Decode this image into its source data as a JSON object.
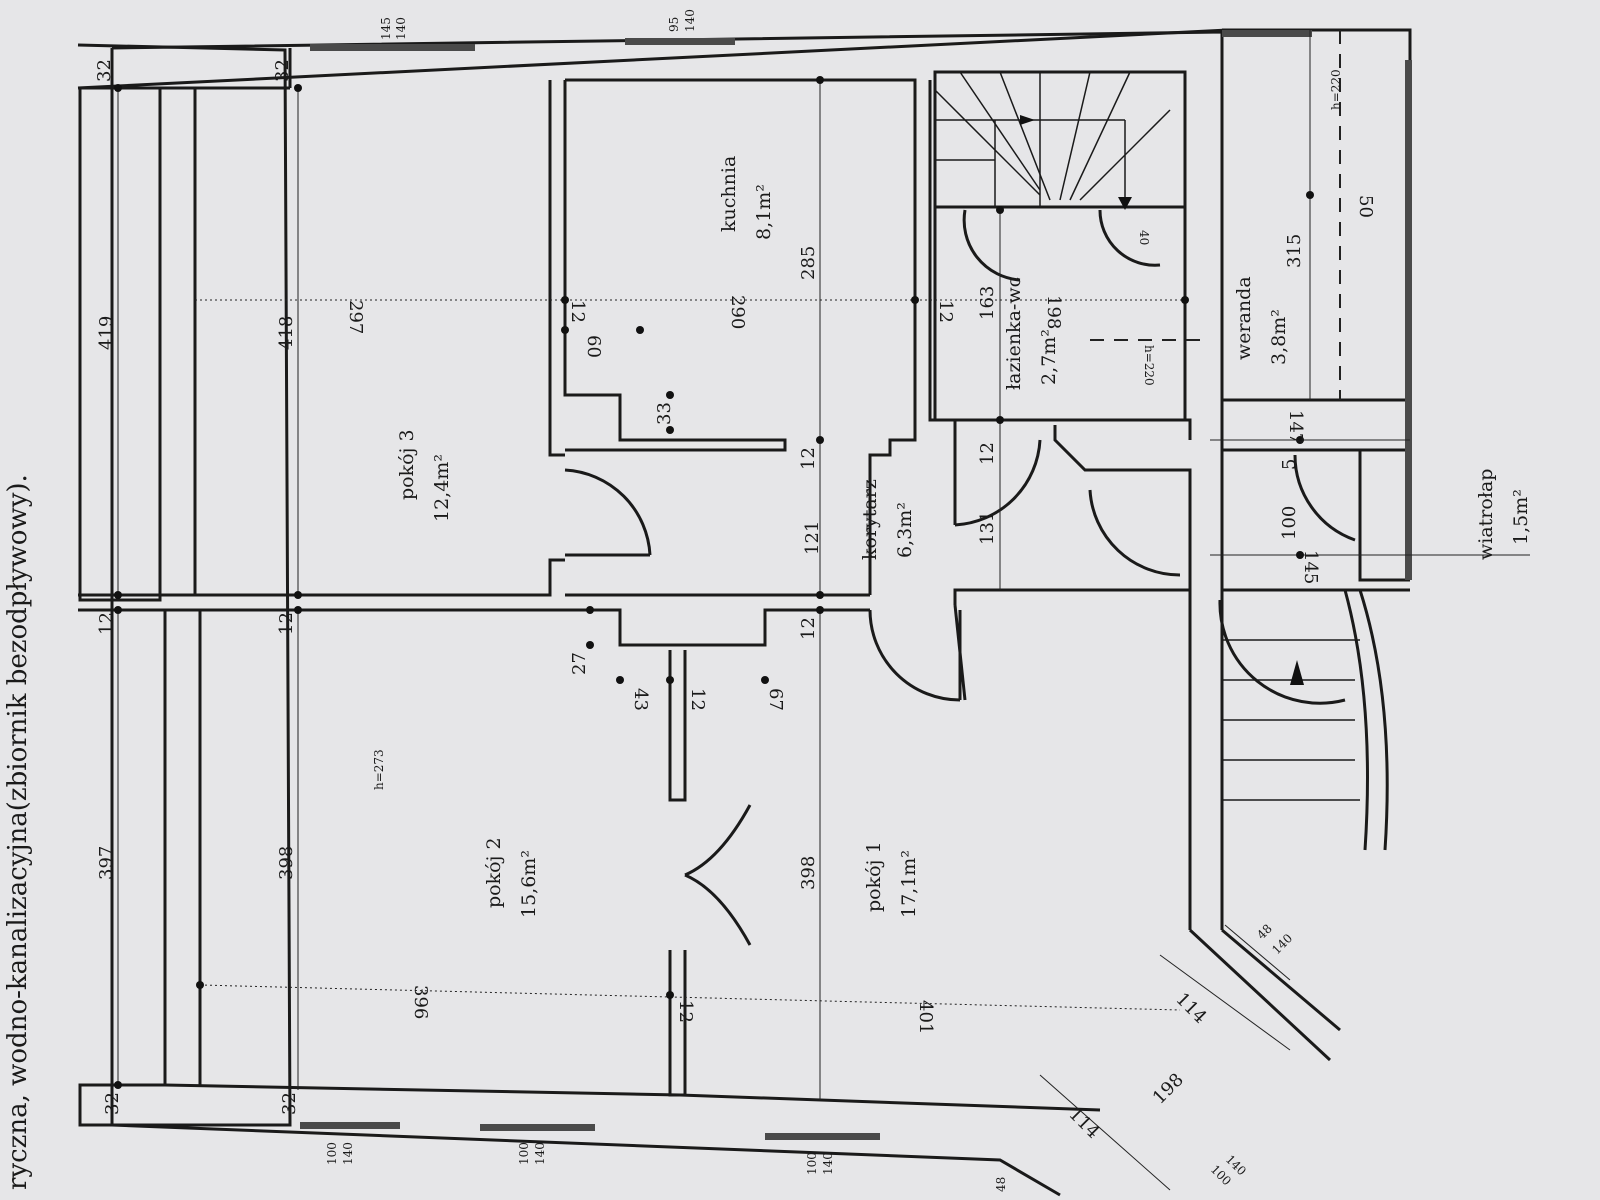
{
  "header_text": "ryczna, wodno-kanalizacyjna(zbiornik bezodpływowy).",
  "rooms": [
    {
      "name": "pokój 3",
      "area": "12,4m²"
    },
    {
      "name": "kuchnia",
      "area": "8,1m²"
    },
    {
      "name": "łazienka-wc",
      "area": "2,7m²"
    },
    {
      "name": "weranda",
      "area": "3,8m²"
    },
    {
      "name": "korytarz",
      "area": "6,3m²"
    },
    {
      "name": "wiatrołap",
      "area": "1,5m²"
    },
    {
      "name": "pokój 2",
      "area": "15,6m²"
    },
    {
      "name": "pokój 1",
      "area": "17,1m²"
    }
  ],
  "heights": {
    "main": "h=273",
    "bath": "h=220",
    "veranda": "h=220"
  },
  "dimensions": {
    "d32a": "32",
    "d32b": "32",
    "d32c": "32",
    "d32d": "32",
    "d419": "419",
    "d418": "418",
    "d397": "397",
    "d398a": "398",
    "d398b": "398",
    "d297": "297",
    "d290": "290",
    "d285": "285",
    "d396": "396",
    "d401": "401",
    "d12a": "12",
    "d12b": "12",
    "d12c": "12",
    "d12d": "12",
    "d12e": "12",
    "d12f": "12",
    "d12g": "12",
    "d12h": "12",
    "d12i": "12",
    "d60": "60",
    "d33": "33",
    "d121": "121",
    "d27": "27",
    "d43": "43",
    "d67": "67",
    "d163": "163",
    "d198a": "198",
    "d198b": "198",
    "d131": "131",
    "d40": "40",
    "d315": "315",
    "d50": "50",
    "d147": "147",
    "d5": "5",
    "d100a": "100",
    "d145a": "145",
    "d114a": "114",
    "d114b": "114"
  },
  "windows": {
    "w1a": "145",
    "w1b": "140",
    "w2a": "95",
    "w2b": "140",
    "w3a": "100",
    "w3b": "140",
    "w4a": "100",
    "w4b": "140",
    "w5a": "100",
    "w5b": "140",
    "w6a": "48",
    "w6b": "140",
    "w7a": "100",
    "w7b": "140",
    "w8a": "48"
  }
}
